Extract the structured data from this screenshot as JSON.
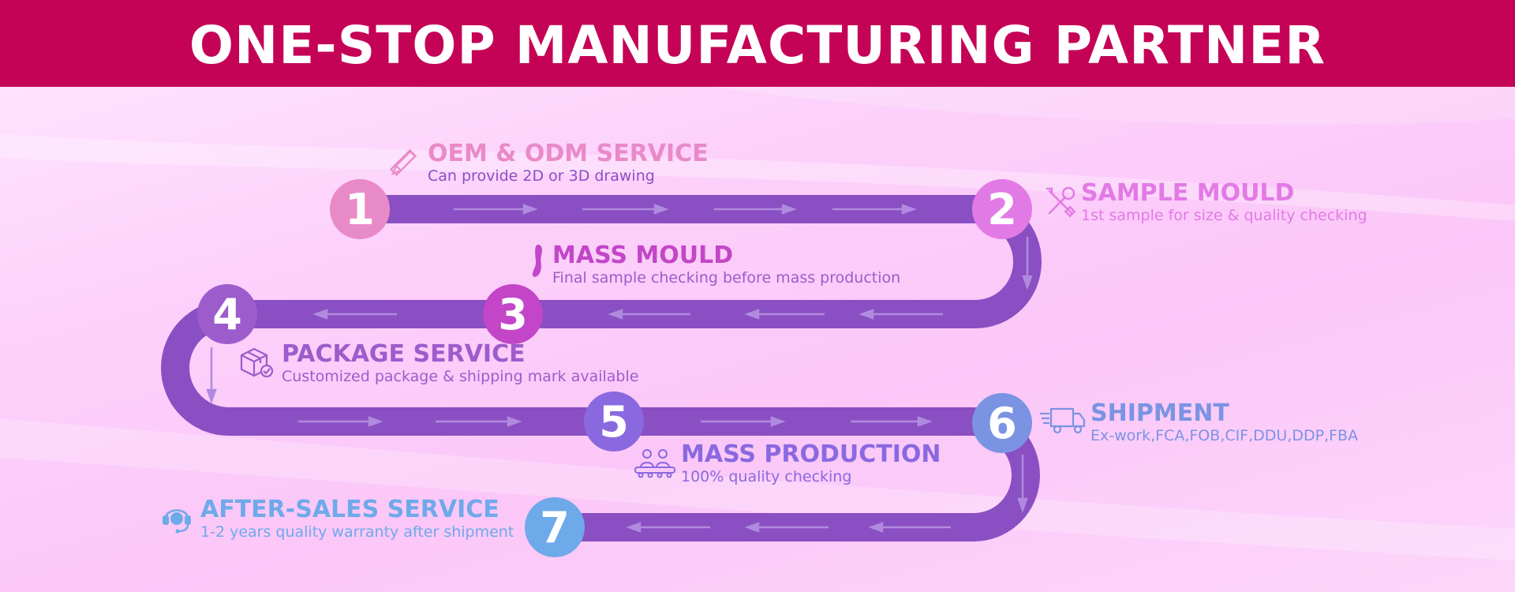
{
  "header": {
    "title": "ONE-STOP MANUFACTURING PARTNER"
  },
  "colors": {
    "banner": "#c50356",
    "path": "#8a4fc2",
    "arrow": "#b08adf",
    "step1": "#e98ac8",
    "step2": "#e27ae6",
    "step3": "#c246c7",
    "step4": "#9d5ccb",
    "step5": "#8a69e0",
    "step6": "#7b93e3",
    "step7": "#6eaae9"
  },
  "steps": [
    {
      "number": "1",
      "title": "OEM & ODM SERVICE",
      "desc": "Can provide 2D or 3D drawing",
      "icon": "pencil-ruler-icon"
    },
    {
      "number": "2",
      "title": "SAMPLE MOULD",
      "desc": "1st sample for size & quality checking",
      "icon": "wrench-screwdriver-icon"
    },
    {
      "number": "3",
      "title": "MASS MOULD",
      "desc": "Final sample checking before mass production",
      "icon": "footprint-icon"
    },
    {
      "number": "4",
      "title": "PACKAGE SERVICE",
      "desc": "Customized package & shipping mark available",
      "icon": "package-box-icon"
    },
    {
      "number": "5",
      "title": "MASS PRODUCTION",
      "desc": "100% quality checking",
      "icon": "factory-workers-icon"
    },
    {
      "number": "6",
      "title": "SHIPMENT",
      "desc": "Ex-work,FCA,FOB,CIF,DDU,DDP,FBA",
      "icon": "delivery-truck-icon"
    },
    {
      "number": "7",
      "title": "AFTER-SALES SERVICE",
      "desc": "1-2 years quality warranty after shipment",
      "icon": "headset-icon"
    }
  ]
}
